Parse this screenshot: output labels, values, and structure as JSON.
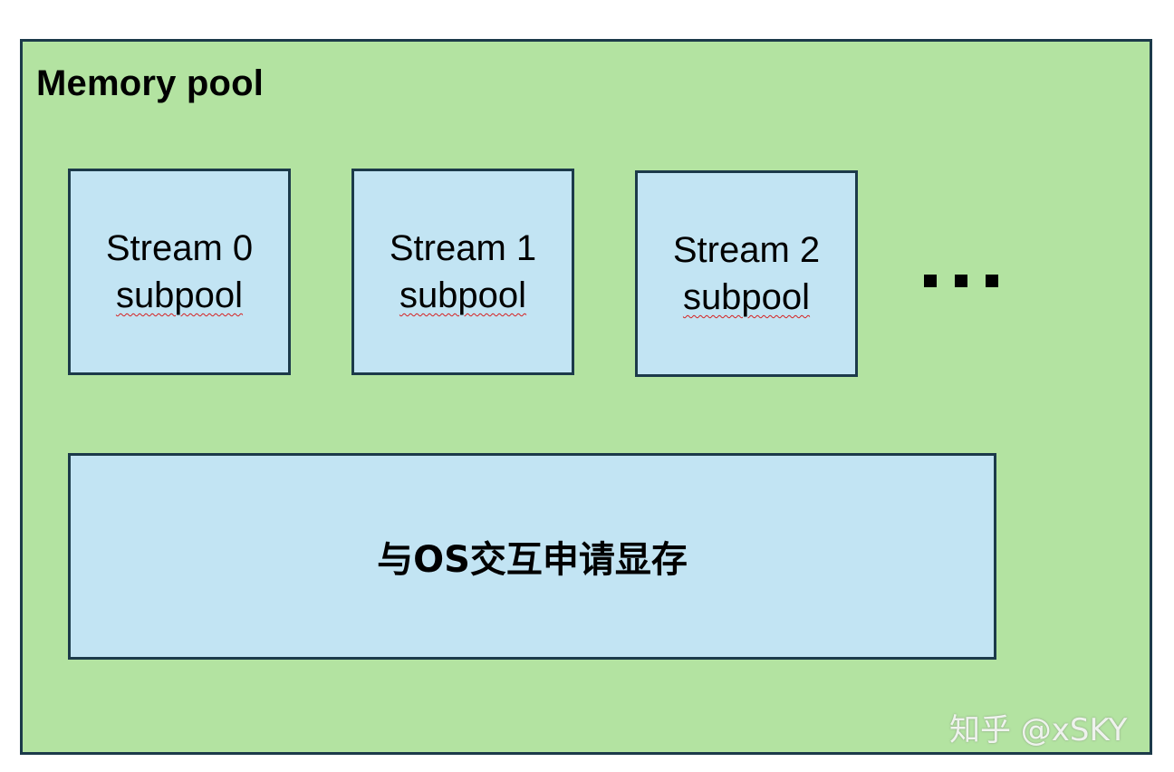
{
  "pool": {
    "title": "Memory pool"
  },
  "subpools": [
    {
      "line1": "Stream 0",
      "line2": "subpool"
    },
    {
      "line1": "Stream 1",
      "line2": "subpool"
    },
    {
      "line1": "Stream 2",
      "line2": "subpool"
    }
  ],
  "ellipsis": "■■■",
  "os_box": {
    "label": "与OS交互申请显存"
  },
  "watermark": "知乎 @xSKY",
  "colors": {
    "pool_fill": "#b3e3a1",
    "box_fill": "#c2e4f3",
    "border": "#1c3a4a",
    "spellcheck_underline": "#d62020"
  }
}
